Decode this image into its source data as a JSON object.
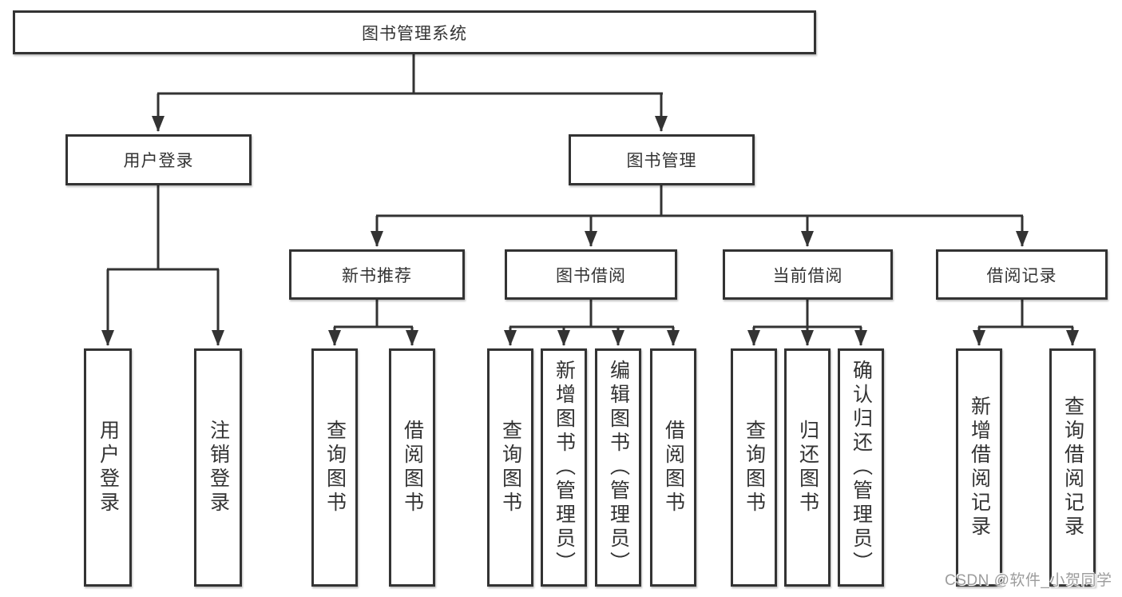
{
  "diagram": {
    "colors": {
      "line": "#333333",
      "box_border": "#333333",
      "background": "#ffffff",
      "watermark_text": "#9c9c9c"
    },
    "nodes": {
      "root": "图书管理系统",
      "user_login_branch": "用户登录",
      "book_mgmt_branch": "图书管理",
      "leaf_user_login": "用户登录",
      "leaf_logout": "注销登录",
      "new_book_rec": "新书推荐",
      "book_borrow": "图书借阅",
      "current_borrow": "当前借阅",
      "borrow_record": "借阅记录",
      "nb_query_book": "查询图书",
      "nb_borrow_book": "借阅图书",
      "bb_query_book": "查询图书",
      "bb_add_book": "新增图书（管理员）",
      "bb_edit_book": "编辑图书（管理员）",
      "bb_borrow_book": "借阅图书",
      "cb_query_book": "查询图书",
      "cb_return_book": "归还图书",
      "cb_confirm_return": "确认归还（管理员）",
      "br_add_record": "新增借阅记录",
      "br_query_record": "查询借阅记录"
    },
    "watermark": "CSDN @软件_小贺同学"
  }
}
